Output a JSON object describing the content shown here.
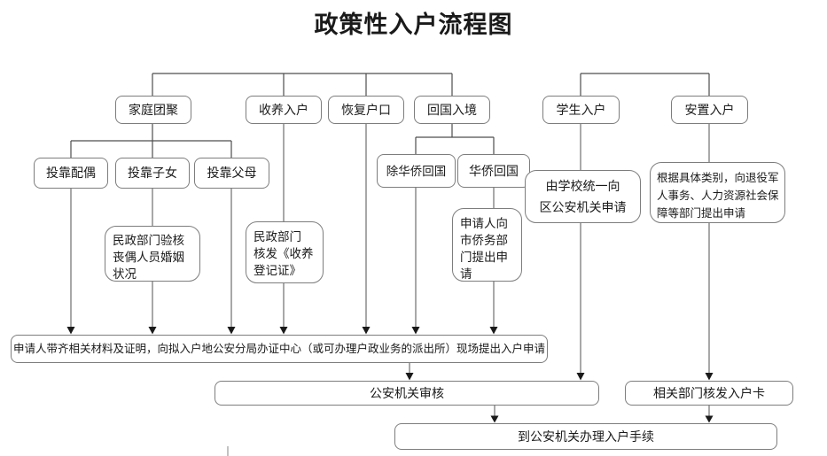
{
  "title": "政策性入户流程图",
  "flowchart": {
    "categories": [
      {
        "label": "家庭团聚"
      },
      {
        "label": "收养入户"
      },
      {
        "label": "恢复户口"
      },
      {
        "label": "回国入境"
      },
      {
        "label": "学生入户"
      },
      {
        "label": "安置入户"
      }
    ],
    "family_children": [
      {
        "label": "投靠配偶"
      },
      {
        "label": "投靠子女"
      },
      {
        "label": "投靠父母"
      }
    ],
    "return_children": [
      {
        "label": "除华侨回国"
      },
      {
        "label": "华侨回国"
      }
    ],
    "process": {
      "widow_check": "民政部门验核\n丧偶人员婚姻\n状况",
      "adoption_cert": "民政部门\n核发《收养\n登记证》",
      "overseas_apply": "申请人向\n市侨务部\n门提出申\n请",
      "school_apply": "由学校统一向\n区公安机关申请",
      "placement_apply": "根据具体类别，向退役军\n人事务、人力资源社会保\n障等部门提出申请"
    },
    "submit": "申请人带齐相关材料及证明，向拟入户地公安分局办证中心（或可办理户政业务的派出所）现场提出入户申请",
    "review": "公安机关审核",
    "issue_card": "相关部门核发入户卡",
    "final_step": "到公安机关办理入户手续"
  }
}
